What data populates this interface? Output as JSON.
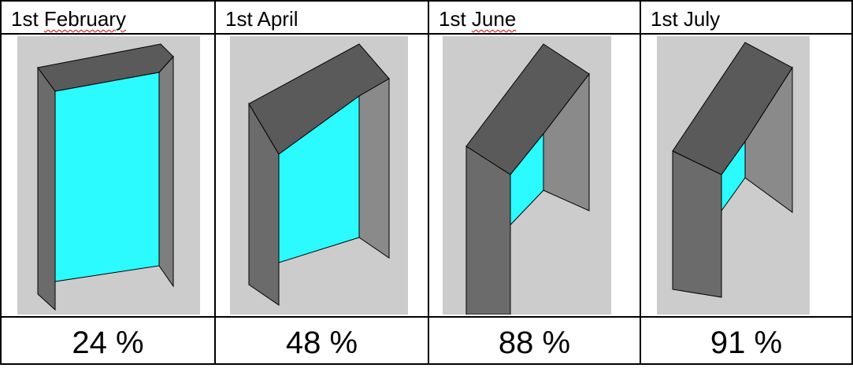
{
  "panels": [
    {
      "date_prefix": "1st",
      "date_word": "February",
      "value": "24 %",
      "spell_flag": true
    },
    {
      "date_prefix": "1st",
      "date_word": "April",
      "value": "48 %",
      "spell_flag": false
    },
    {
      "date_prefix": "1st",
      "date_word": "June",
      "value": "88 %",
      "spell_flag": true
    },
    {
      "date_prefix": "1st",
      "date_word": "July",
      "value": "91 %",
      "spell_flag": false
    }
  ],
  "colors": {
    "background": "#cccccc",
    "glass": "#2bfaff",
    "frame_top": "#5a5a5a",
    "frame_side": "#7a7a7a",
    "frame_side_light": "#8e8e8e",
    "outline": "#000000"
  }
}
